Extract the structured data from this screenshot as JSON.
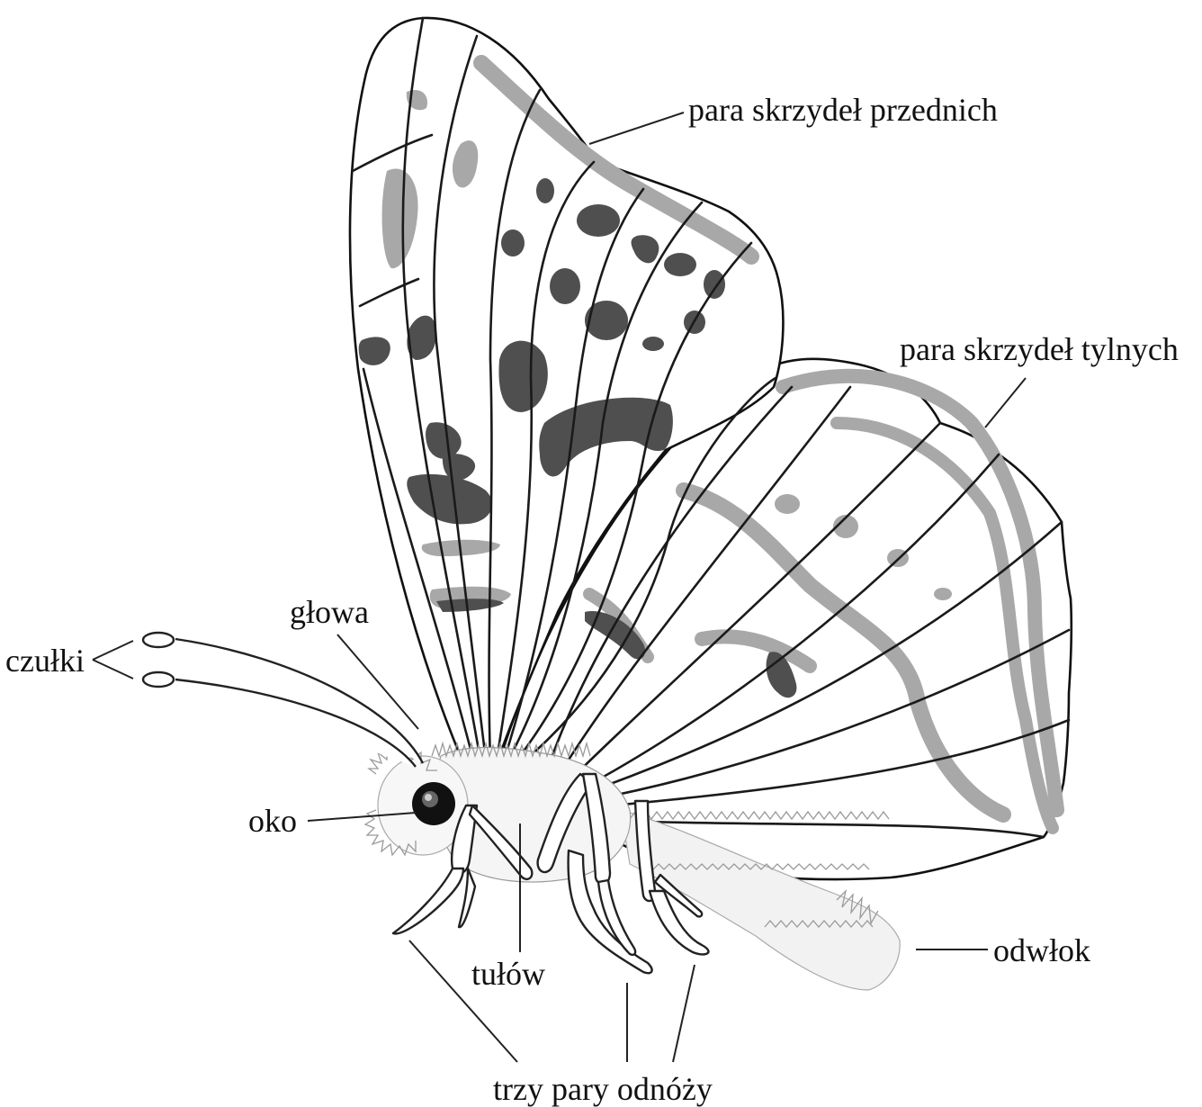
{
  "labels": {
    "forewings": "para skrzydeł przednich",
    "hindwings": "para skrzydeł tylnych",
    "head": "głowa",
    "antennae": "czułki",
    "eye": "oko",
    "thorax": "tułów",
    "abdomen": "odwłok",
    "legs": "trzy pary odnóży"
  },
  "colors": {
    "outline": "#111111",
    "dark_spots": "#4f4f4f",
    "light_bands": "#a8a8a8",
    "fur": "#9a9a9a",
    "background": "#ffffff"
  }
}
